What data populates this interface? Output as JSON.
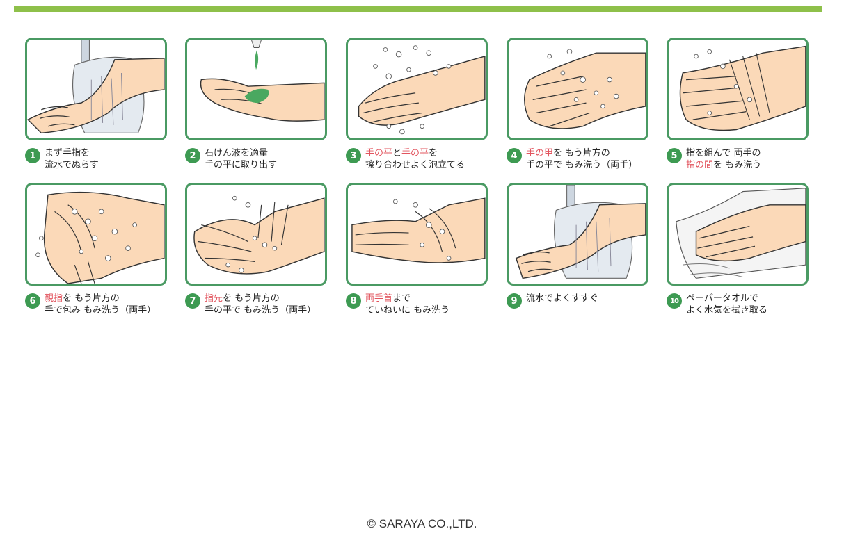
{
  "steps": [
    {
      "number": "1",
      "line1": [
        {
          "text": "まず手指を",
          "hl": false
        }
      ],
      "line2": [
        {
          "text": "流水でぬらす",
          "hl": false
        }
      ]
    },
    {
      "number": "2",
      "line1": [
        {
          "text": "石けん液を適量",
          "hl": false
        }
      ],
      "line2": [
        {
          "text": "手の平に取り出す",
          "hl": false
        }
      ]
    },
    {
      "number": "3",
      "line1": [
        {
          "text": "手の平",
          "hl": true
        },
        {
          "text": "と",
          "hl": false
        },
        {
          "text": "手の平",
          "hl": true
        },
        {
          "text": "を",
          "hl": false
        }
      ],
      "line2": [
        {
          "text": "擦り合わせよく泡立てる",
          "hl": false
        }
      ]
    },
    {
      "number": "4",
      "line1": [
        {
          "text": "手の甲",
          "hl": true
        },
        {
          "text": "を もう片方の",
          "hl": false
        }
      ],
      "line2": [
        {
          "text": "手の平で もみ洗う（両手）",
          "hl": false
        }
      ]
    },
    {
      "number": "5",
      "line1": [
        {
          "text": "指を組んで 両手の",
          "hl": false
        }
      ],
      "line2": [
        {
          "text": "指の間",
          "hl": true
        },
        {
          "text": "を もみ洗う",
          "hl": false
        }
      ]
    },
    {
      "number": "6",
      "line1": [
        {
          "text": "親指",
          "hl": true
        },
        {
          "text": "を もう片方の",
          "hl": false
        }
      ],
      "line2": [
        {
          "text": "手で包み もみ洗う（両手）",
          "hl": false
        }
      ]
    },
    {
      "number": "7",
      "line1": [
        {
          "text": "指先",
          "hl": true
        },
        {
          "text": "を もう片方の",
          "hl": false
        }
      ],
      "line2": [
        {
          "text": "手の平で もみ洗う（両手）",
          "hl": false
        }
      ]
    },
    {
      "number": "8",
      "line1": [
        {
          "text": "両手首",
          "hl": true
        },
        {
          "text": "まで",
          "hl": false
        }
      ],
      "line2": [
        {
          "text": "ていねいに もみ洗う",
          "hl": false
        }
      ]
    },
    {
      "number": "9",
      "line1": [
        {
          "text": "流水でよくすすぐ",
          "hl": false
        }
      ],
      "line2": []
    },
    {
      "number": "10",
      "line1": [
        {
          "text": "ペーパータオルで",
          "hl": false
        }
      ],
      "line2": [
        {
          "text": "よく水気を拭き取る",
          "hl": false
        }
      ]
    }
  ],
  "copyright": "© SARAYA CO.,LTD.",
  "colors": {
    "accent": "#8ec04a",
    "frame": "#4a9a63",
    "badge": "#3d9a52",
    "highlight": "#e2545e",
    "skin": "#fbd9b8",
    "soap": "#4aa860",
    "water": "#cdd6e0"
  }
}
